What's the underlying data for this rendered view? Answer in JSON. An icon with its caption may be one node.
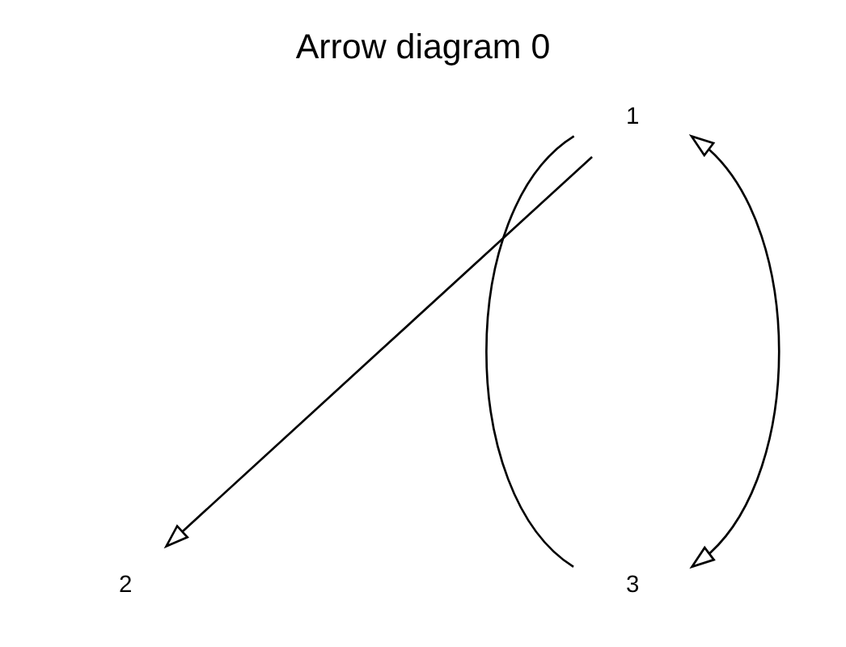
{
  "diagram": {
    "title": "Arrow diagram 0",
    "nodes": [
      {
        "text": [
          "1"
        ]
      },
      {
        "text": [
          "2"
        ]
      },
      {
        "text": [
          "3"
        ]
      }
    ],
    "edges": [
      {
        "from": 2,
        "to": 0,
        "arrow": "none"
      },
      {
        "from": 2,
        "to": 0,
        "arrow": "both"
      },
      {
        "from": 0,
        "to": 1,
        "arrow": "to"
      }
    ]
  }
}
